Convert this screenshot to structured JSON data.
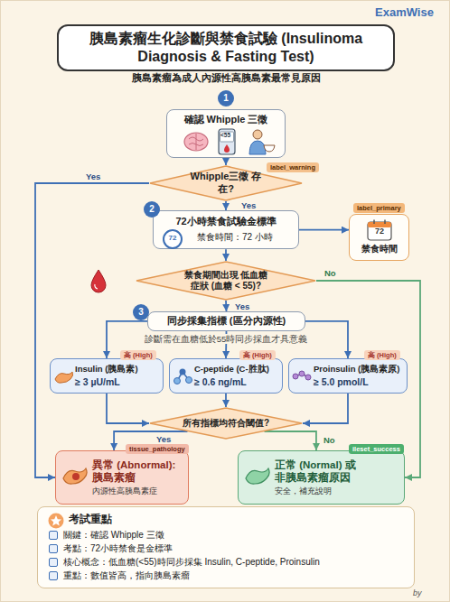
{
  "diagram": {
    "title": "胰島素瘤生化診斷與禁食試驗 (Insulinoma Diagnosis & Fasting Test)",
    "nodes": [
      {
        "text": [
          "確認 Whipple 三徵"
        ]
      },
      {
        "text": [
          "Whipple三徵 存在?"
        ]
      },
      {
        "text": [
          "72小時禁食試驗金標準",
          "禁食時間：72 小時"
        ]
      },
      {
        "text": [
          "禁食時間"
        ]
      },
      {
        "text": [
          "禁食期間出現 低血糖 症狀 (血糖 < 55)?"
        ]
      },
      {
        "text": [
          "同步採集指標 (區分內源性)"
        ]
      },
      {
        "text": [
          "Insulin (胰島素)",
          "≥ 3 µU/mL"
        ]
      },
      {
        "text": [
          "C-peptide (C-胜肽)",
          "≥ 0.6 ng/mL"
        ]
      },
      {
        "text": [
          "Proinsulin (胰島素原)",
          "≥ 5.0 pmol/L"
        ]
      },
      {
        "text": [
          "所有指標均符合閾值?"
        ]
      },
      {
        "text": [
          "異常 (Abnormal): 胰島素瘤",
          "內源性高胰島素症"
        ]
      },
      {
        "text": [
          "正常 (Normal) 或 非胰島素瘤原因",
          "安全，補充說明"
        ]
      },
      {
        "text": [
          "考試重點",
          "關鍵：確認 Whipple 三徵",
          "考點：72小時禁食是金標準",
          "核心概念：低血糖(<55)時同步採集 Insulin, C-peptide, Proinsulin",
          "重點：數值皆高，指向胰島素瘤"
        ]
      }
    ],
    "edges": [
      {
        "from": 0,
        "to": 1,
        "arrow": "to"
      },
      {
        "from": 1,
        "to": 2,
        "arrow": "to",
        "label": "Yes"
      },
      {
        "from": 1,
        "to": 10,
        "arrow": "to",
        "label": "Yes"
      },
      {
        "from": 2,
        "to": 3,
        "arrow": "to"
      },
      {
        "from": 2,
        "to": 4,
        "arrow": "to"
      },
      {
        "from": 4,
        "to": 5,
        "arrow": "to",
        "label": "Yes"
      },
      {
        "from": 4,
        "to": 11,
        "arrow": "to",
        "label": "No"
      },
      {
        "from": 5,
        "to": 6,
        "arrow": "to"
      },
      {
        "from": 5,
        "to": 7,
        "arrow": "to"
      },
      {
        "from": 5,
        "to": 8,
        "arrow": "to"
      },
      {
        "from": 6,
        "to": 9,
        "arrow": "to"
      },
      {
        "from": 7,
        "to": 9,
        "arrow": "to"
      },
      {
        "from": 8,
        "to": 9,
        "arrow": "to"
      },
      {
        "from": 9,
        "to": 10,
        "arrow": "to",
        "label": "Yes"
      },
      {
        "from": 9,
        "to": 11,
        "arrow": "to",
        "label": "No"
      }
    ],
    "labels": [
      "ExamWise",
      "胰島素瘤為成人內源性高胰島素最常見原因",
      "1",
      "<55",
      "label_warning",
      "2",
      "72",
      "label_primary",
      "72",
      "3",
      "診斷需在血糖低於55時同步採血才具意義",
      "高 (High)",
      "高 (High)",
      "高 (High)",
      "tissue_pathology",
      "ileset_success",
      "by"
    ]
  }
}
